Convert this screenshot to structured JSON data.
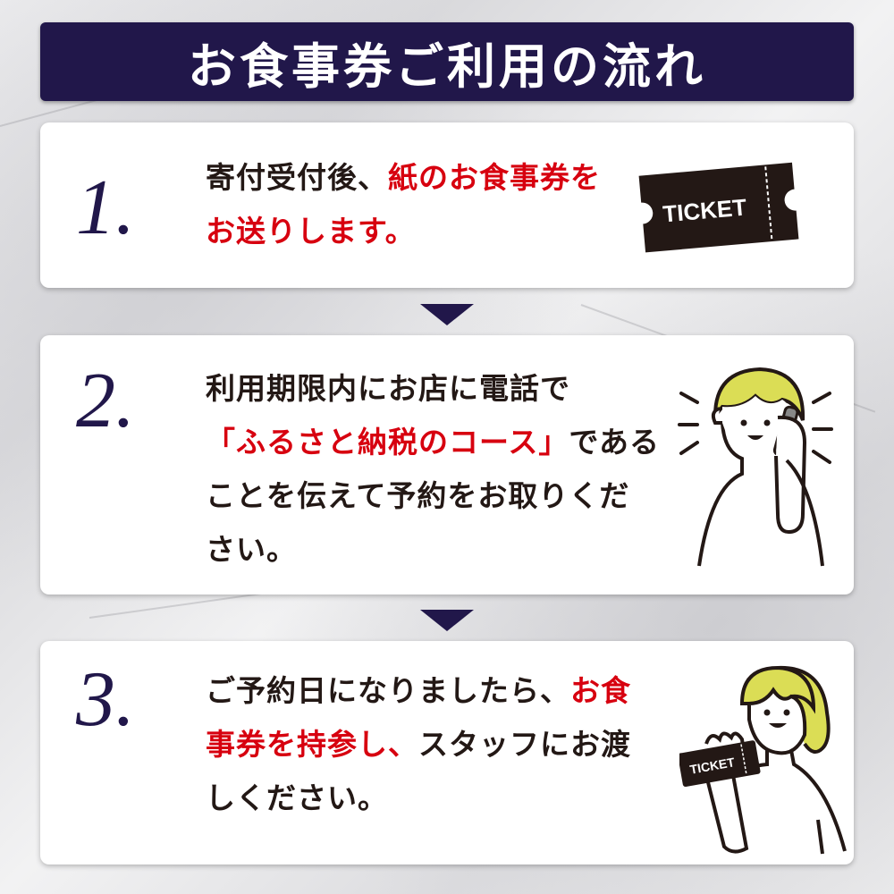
{
  "title": "お食事券ご利用の流れ",
  "colors": {
    "navy": "#21174a",
    "red": "#d7000f",
    "text": "#231815",
    "hair": "#dbdd55"
  },
  "steps": [
    {
      "number": "1.",
      "lines": [
        {
          "plain": "寄付受付後、",
          "highlight": "紙のお食事券を"
        },
        {
          "highlight": "お送りします。"
        }
      ],
      "icon": "ticket-icon",
      "ticket_label": "TICKET"
    },
    {
      "number": "2.",
      "lines": [
        {
          "plain": "利用期限内にお店に電話で"
        },
        {
          "highlight": "「ふるさと納税のコース」",
          "plain": "である"
        },
        {
          "plain": "ことを伝えて予約をお取りくだ"
        },
        {
          "plain": "さい。"
        }
      ],
      "icon": "person-on-phone-icon"
    },
    {
      "number": "3.",
      "lines": [
        {
          "plain": "ご予約日になりましたら、",
          "highlight": "お食"
        },
        {
          "highlight": "事券を持参し、",
          "plain": "スタッフにお渡"
        },
        {
          "plain": "しください。"
        }
      ],
      "icon": "person-holding-ticket-icon",
      "ticket_label": "TICKET"
    }
  ]
}
